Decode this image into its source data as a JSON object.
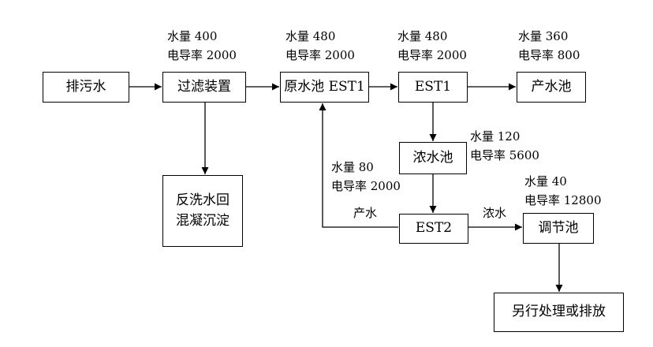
{
  "nodes": {
    "sewage": "排污水",
    "filter": "过滤装置",
    "backwash_line1": "反洗水回",
    "backwash_line2": "混凝沉淀",
    "raw_pool": "原水池 EST1",
    "est1": "EST1",
    "product_pool": "产水池",
    "conc_pool": "浓水池",
    "est2": "EST2",
    "regulate_pool": "调节池",
    "other": "另行处理或排放"
  },
  "labels": {
    "filter_flow": "水量 400",
    "filter_cond": "电导率 2000",
    "raw_flow": "水量 480",
    "raw_cond": "电导率 2000",
    "est1_flow": "水量 480",
    "est1_cond": "电导率 2000",
    "product_flow": "水量 360",
    "product_cond": "电导率 800",
    "conc_flow": "水量 120",
    "conc_cond": "电导率 5600",
    "return_flow": "水量 80",
    "return_cond": "电导率 2000",
    "regulate_flow": "水量 40",
    "regulate_cond": "电导率 12800",
    "product_water": "产水",
    "conc_water": "浓水"
  }
}
